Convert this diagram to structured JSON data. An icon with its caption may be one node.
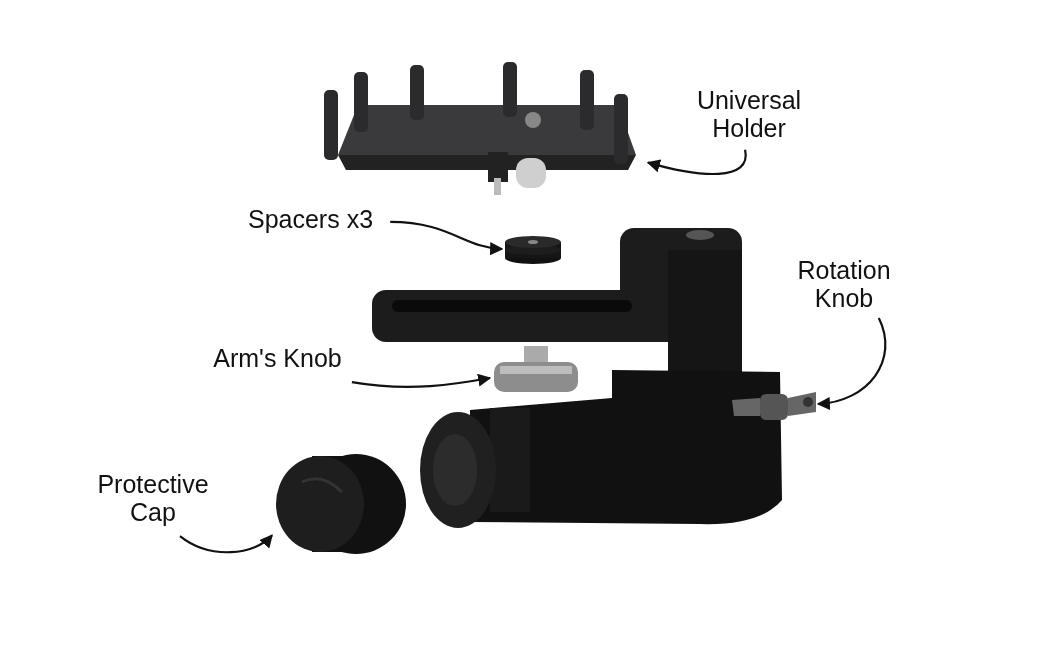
{
  "diagram": {
    "nodes": [
      {
        "text": [
          "Universal Holder"
        ]
      },
      {
        "text": [],
        "shape": "picture"
      },
      {
        "text": [
          "Spacers x3"
        ]
      },
      {
        "text": [],
        "shape": "picture"
      },
      {
        "text": [
          "Rotation Knob"
        ]
      },
      {
        "text": [],
        "shape": "picture"
      },
      {
        "text": [
          "Arm's Knob"
        ]
      },
      {
        "text": [],
        "shape": "picture"
      },
      {
        "text": [
          "Protective Cap"
        ]
      },
      {
        "text": [],
        "shape": "picture"
      }
    ],
    "edges": [
      {
        "from": 0,
        "to": 1,
        "arrow": "to"
      },
      {
        "from": 2,
        "to": 3,
        "arrow": "to"
      },
      {
        "from": 4,
        "to": 5,
        "arrow": "to"
      },
      {
        "from": 6,
        "to": 7,
        "arrow": "to"
      },
      {
        "from": 8,
        "to": 9,
        "arrow": "to"
      }
    ]
  }
}
